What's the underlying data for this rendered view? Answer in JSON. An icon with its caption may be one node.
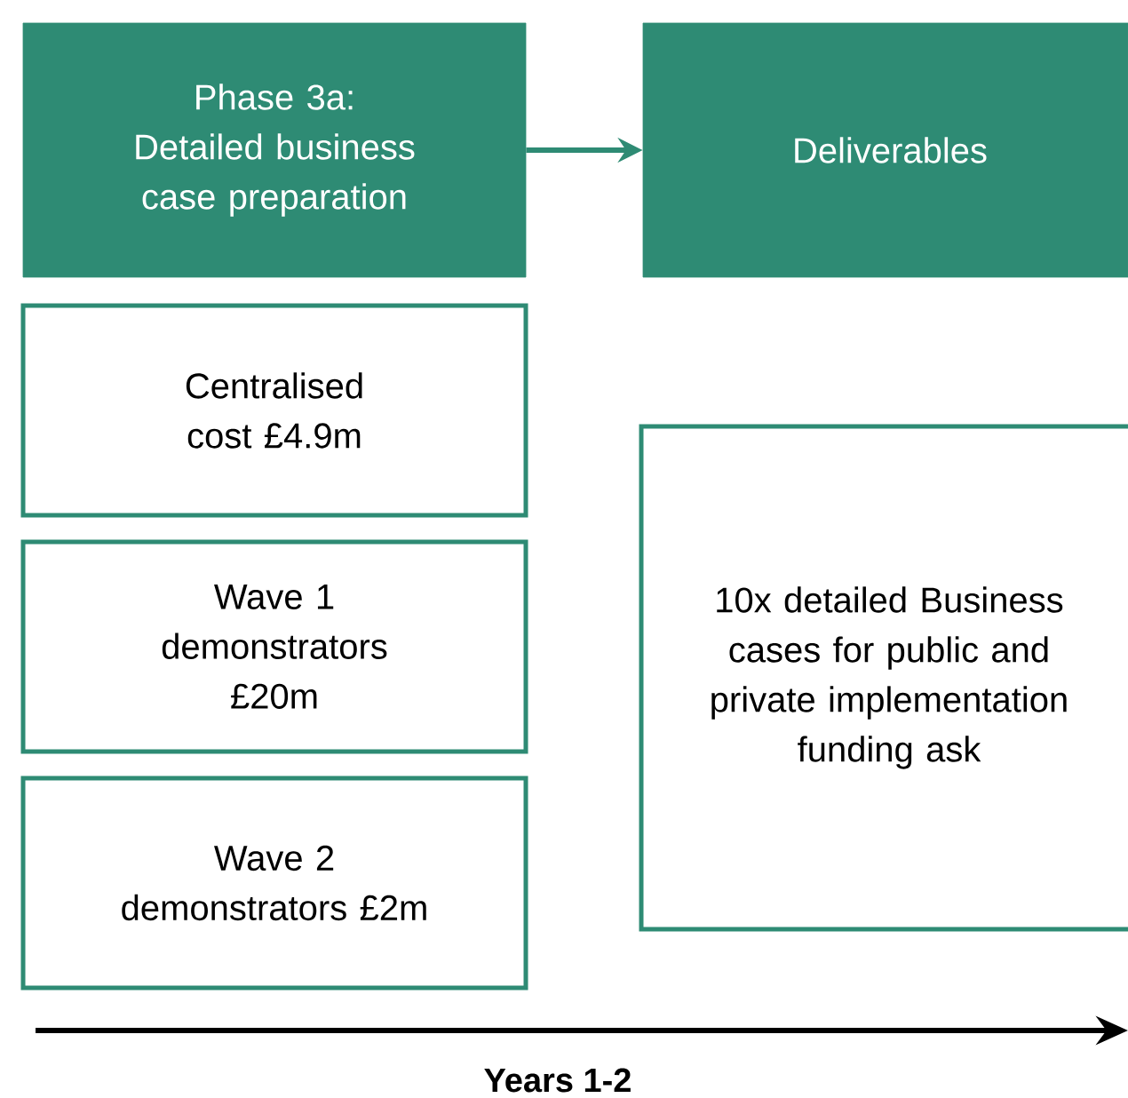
{
  "diagram": {
    "nodes": [
      {
        "text": [
          "Phase 3a:",
          "Detailed business case preparation"
        ]
      },
      {
        "text": [
          "Deliverables"
        ]
      },
      {
        "text": [
          "Centralised cost £4.9m"
        ]
      },
      {
        "text": [
          "Wave 1 demonstrators £20m"
        ]
      },
      {
        "text": [
          "Wave 2 demonstrators £2m"
        ]
      },
      {
        "text": [
          "10x detailed Business cases for public and private implementation funding ask"
        ]
      }
    ],
    "edges": [
      {
        "from": 0,
        "to": 1,
        "arrow": "to"
      }
    ],
    "labels": [
      "Years 1-2"
    ]
  }
}
